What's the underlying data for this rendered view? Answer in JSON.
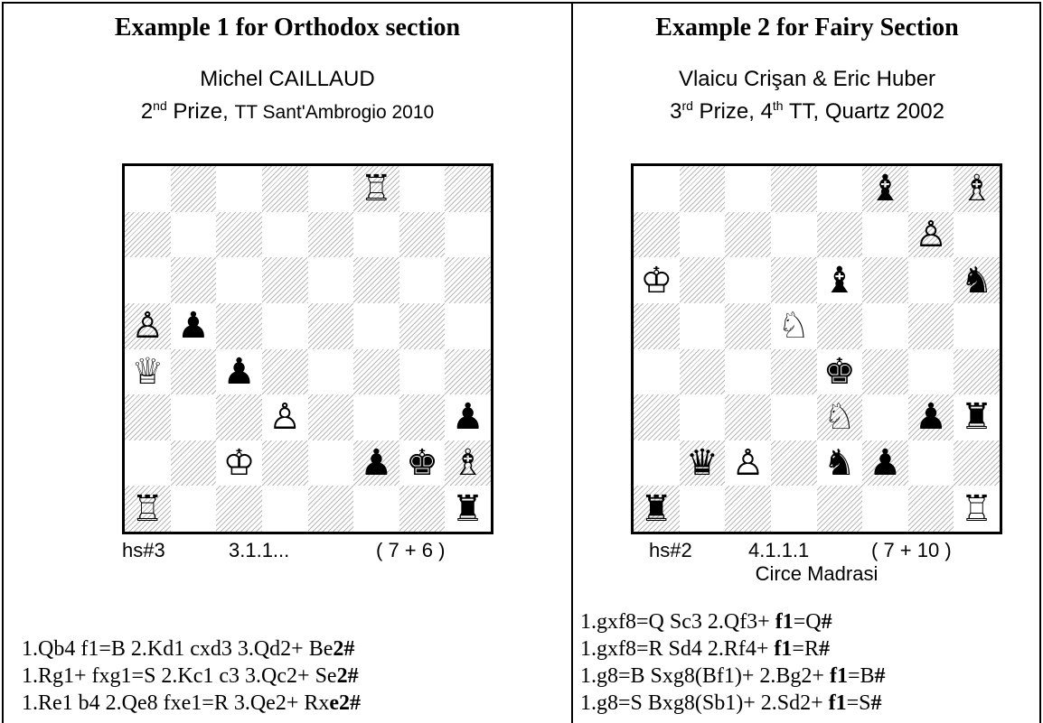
{
  "left": {
    "heading": "Example 1 for Orthodox section",
    "author": "Michel CAILLAUD",
    "award": {
      "num": "2",
      "sup": "nd",
      "rest": " Prize, ",
      "event": "TT Sant'Ambrogio 2010"
    },
    "caption": {
      "stip": "hs#3",
      "count": "3.1.1...",
      "pieces": "( 7 + 6 )"
    },
    "pieces": [
      {
        "sq": "f8",
        "glyph": "♖",
        "color": "white",
        "name": "white-rook-icon"
      },
      {
        "sq": "a5",
        "glyph": "♙",
        "color": "white",
        "name": "white-pawn-icon"
      },
      {
        "sq": "b5",
        "glyph": "♟",
        "color": "black",
        "name": "black-pawn-icon"
      },
      {
        "sq": "a4",
        "glyph": "♕",
        "color": "white",
        "name": "white-queen-icon"
      },
      {
        "sq": "c4",
        "glyph": "♟",
        "color": "black",
        "name": "black-pawn-icon"
      },
      {
        "sq": "d3",
        "glyph": "♙",
        "color": "white",
        "name": "white-pawn-icon"
      },
      {
        "sq": "h3",
        "glyph": "♟",
        "color": "black",
        "name": "black-pawn-icon"
      },
      {
        "sq": "c2",
        "glyph": "♔",
        "color": "white",
        "name": "white-king-icon"
      },
      {
        "sq": "f2",
        "glyph": "♟",
        "color": "black",
        "name": "black-pawn-icon"
      },
      {
        "sq": "g2",
        "glyph": "♚",
        "color": "black",
        "name": "black-king-icon"
      },
      {
        "sq": "h2",
        "glyph": "♗",
        "color": "white",
        "name": "white-bishop-icon"
      },
      {
        "sq": "a1",
        "glyph": "♖",
        "color": "white",
        "name": "white-rook-icon"
      },
      {
        "sq": "h1",
        "glyph": "♜",
        "color": "black",
        "name": "black-rook-icon"
      }
    ],
    "solution": [
      [
        {
          "t": "1.Qb4 f1=B 2.Kd1 cxd3 3.Qd2+ B"
        },
        {
          "t": "e",
          "b": false
        },
        {
          "t": "2#",
          "b": true
        }
      ],
      [
        {
          "t": "1.Rg1+ fxg1=S 2.Kc1 c3 3.Qc2+ S"
        },
        {
          "t": "e"
        },
        {
          "t": "2#",
          "b": true
        }
      ],
      [
        {
          "t": "1.Re1 b4 2.Qe8 fxe1=R 3.Qe2+ Rx"
        },
        {
          "t": "e2#",
          "b": true
        }
      ]
    ]
  },
  "right": {
    "heading": "Example 2 for Fairy Section",
    "author": "Vlaicu Crişan & Eric Huber",
    "award": {
      "num": "3",
      "sup": "rd",
      "rest": " Prize, 4",
      "sup2": "th",
      "rest2": " TT, Quartz 2002"
    },
    "caption": {
      "stip": "hs#2",
      "count": "4.1.1.1",
      "pieces": "( 7 + 10 )"
    },
    "condition": "Circe Madrasi",
    "pieces": [
      {
        "sq": "f8",
        "glyph": "♝",
        "color": "black",
        "name": "black-bishop-icon"
      },
      {
        "sq": "h8",
        "glyph": "♗",
        "color": "white",
        "name": "white-bishop-icon"
      },
      {
        "sq": "g7",
        "glyph": "♙",
        "color": "white",
        "name": "white-pawn-icon"
      },
      {
        "sq": "a6",
        "glyph": "♔",
        "color": "white",
        "name": "white-king-icon"
      },
      {
        "sq": "e6",
        "glyph": "♝",
        "color": "black",
        "name": "black-bishop-icon"
      },
      {
        "sq": "h6",
        "glyph": "♞",
        "color": "black",
        "name": "black-knight-icon"
      },
      {
        "sq": "d5",
        "glyph": "♘",
        "color": "white",
        "name": "white-knight-icon"
      },
      {
        "sq": "e4",
        "glyph": "♚",
        "color": "black",
        "name": "black-king-icon"
      },
      {
        "sq": "e3",
        "glyph": "♘",
        "color": "white",
        "name": "white-knight-icon"
      },
      {
        "sq": "g3",
        "glyph": "♟",
        "color": "black",
        "name": "black-pawn-icon"
      },
      {
        "sq": "h3",
        "glyph": "♜",
        "color": "black",
        "name": "black-rook-icon"
      },
      {
        "sq": "b2",
        "glyph": "♛",
        "color": "black",
        "name": "black-queen-icon"
      },
      {
        "sq": "c2",
        "glyph": "♙",
        "color": "white",
        "name": "white-pawn-icon"
      },
      {
        "sq": "e2",
        "glyph": "♞",
        "color": "black",
        "name": "black-knight-icon"
      },
      {
        "sq": "f2",
        "glyph": "♟",
        "color": "black",
        "name": "black-pawn-icon"
      },
      {
        "sq": "a1",
        "glyph": "♜",
        "color": "black",
        "name": "black-rook-icon"
      },
      {
        "sq": "h1",
        "glyph": "♖",
        "color": "white",
        "name": "white-rook-icon"
      }
    ],
    "solution": [
      [
        {
          "t": "1.gxf8=Q Sc3 2.Qf3+ "
        },
        {
          "t": "f1",
          "b": true
        },
        {
          "t": "=Q"
        },
        {
          "t": "#",
          "b": true
        }
      ],
      [
        {
          "t": "1.gxf8=R Sd4 2.Rf4+ "
        },
        {
          "t": "f1",
          "b": true
        },
        {
          "t": "=R"
        },
        {
          "t": "#",
          "b": true
        }
      ],
      [
        {
          "t": "1.g8=B Sxg8(Bf1)+ 2.Bg2+ "
        },
        {
          "t": "f1",
          "b": true
        },
        {
          "t": "=B"
        },
        {
          "t": "#",
          "b": true
        }
      ],
      [
        {
          "t": "1.g8=S Bxg8(Sb1)+ 2.Sd2+ "
        },
        {
          "t": "f1",
          "b": true
        },
        {
          "t": "=S"
        },
        {
          "t": "#",
          "b": true
        }
      ]
    ]
  }
}
